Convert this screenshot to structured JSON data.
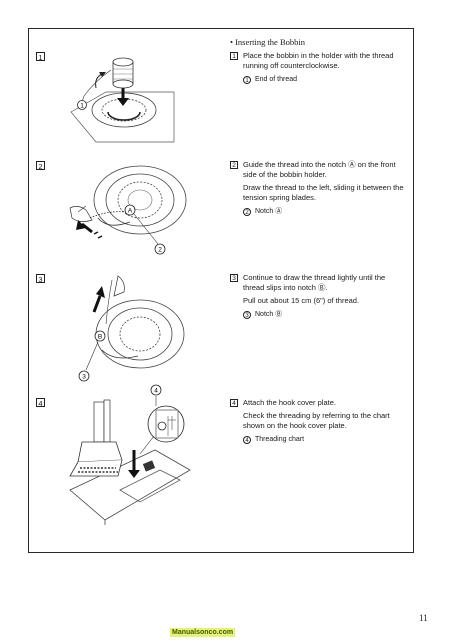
{
  "section_title": "• Inserting the Bobbin",
  "steps": [
    {
      "number": "1",
      "lines": [
        "Place the bobbin in the holder with the thread running off counterclockwise."
      ],
      "callout": {
        "mark": "1",
        "label": "End of thread"
      }
    },
    {
      "number": "2",
      "lines": [
        "Guide the thread into the notch Ⓐ  on the front side of the bobbin holder.",
        "Draw the thread to the left, sliding it between the tension spring blades."
      ],
      "callout": {
        "mark": "2",
        "label": "Notch Ⓐ"
      }
    },
    {
      "number": "3",
      "lines": [
        "Continue to draw the thread lightly until the thread slips into notch Ⓑ.",
        "Pull out about 15 cm (6\") of thread."
      ],
      "callout": {
        "mark": "3",
        "label": "Notch Ⓑ"
      }
    },
    {
      "number": "4",
      "lines": [
        "Attach the hook cover plate.",
        "Check the threading by referring to the chart shown on the hook cover plate."
      ],
      "callout": {
        "mark": "4",
        "label": "Threading chart"
      }
    }
  ],
  "illustration_labels": {
    "step1_marker": "1",
    "step2_marker_a": "A",
    "step2_marker": "2",
    "step3_marker_b": "B",
    "step3_marker": "3",
    "step4_marker": "4"
  },
  "page_number": "11",
  "watermark": "Manualsonco.com"
}
